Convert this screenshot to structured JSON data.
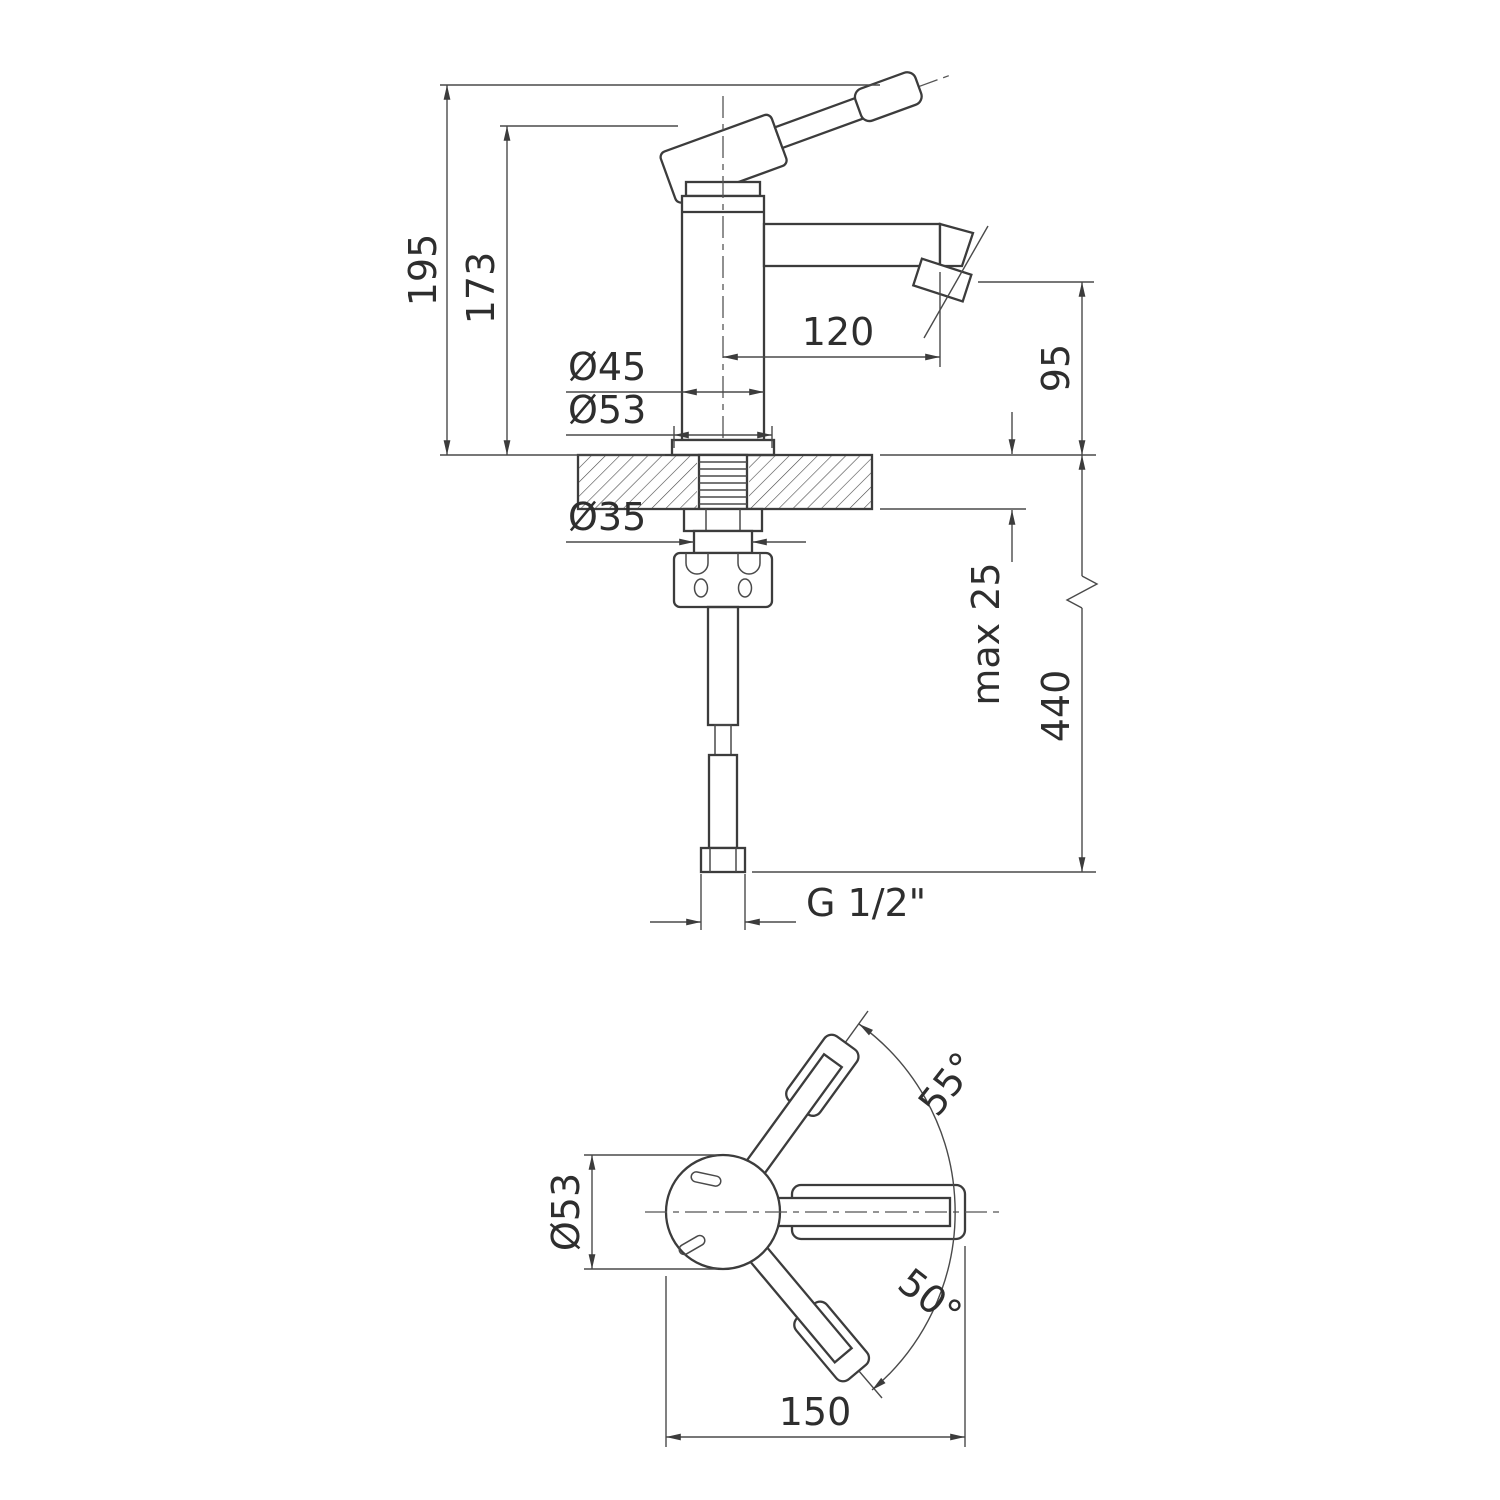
{
  "side_view": {
    "labels": {
      "total_height": "195",
      "body_height": "173",
      "body_diameter": "Ø45",
      "base_diameter": "Ø53",
      "spout_reach": "120",
      "spout_height": "95",
      "mount_hole_diameter": "Ø35",
      "max_deck_thickness": "max 25",
      "hose_length": "440",
      "thread_size": "G 1/2\""
    }
  },
  "top_view": {
    "labels": {
      "body_diameter": "Ø53",
      "handle_swing_up": "55°",
      "handle_swing_down": "50°",
      "overall_length": "150"
    }
  },
  "colors": {
    "object_line": "#3c3c3c",
    "dimension_line": "#4a4a4a",
    "text": "#2e2e2e",
    "background": "#ffffff"
  }
}
